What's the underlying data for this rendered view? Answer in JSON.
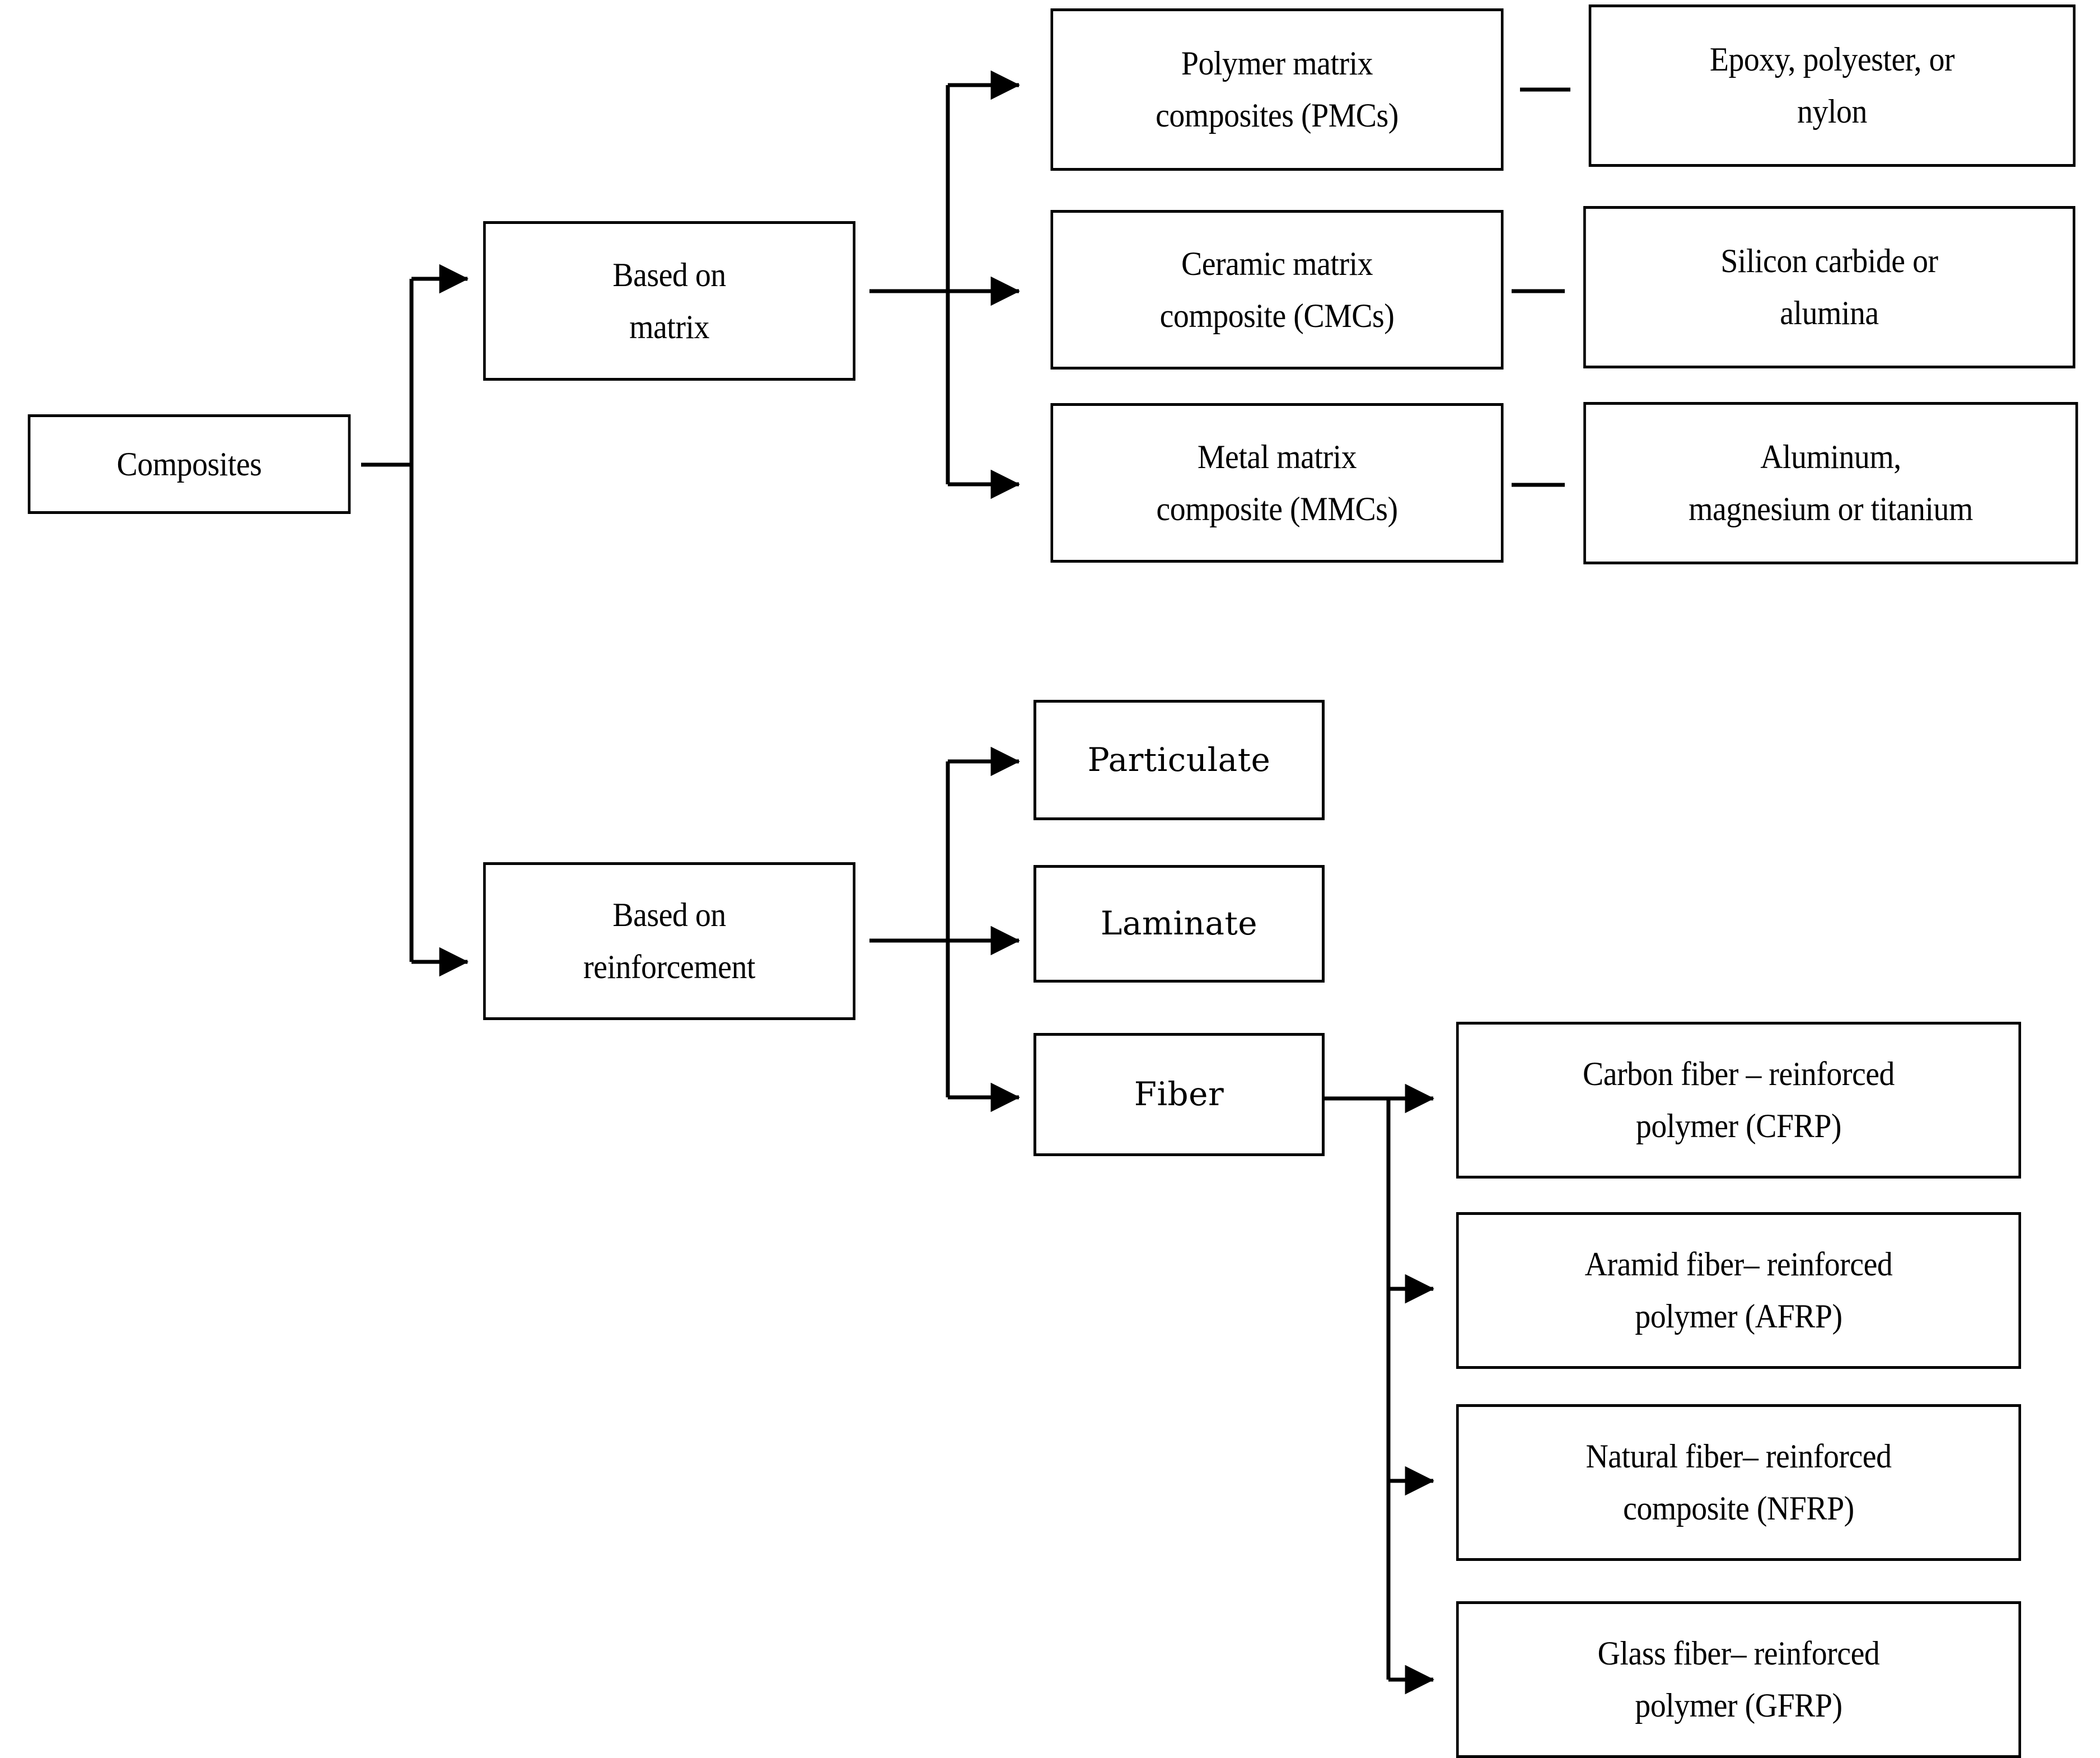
{
  "diagram": {
    "title": "Composites classification tree",
    "colors": {
      "line": "#000000",
      "box_border": "#000000",
      "background": "#ffffff",
      "text": "#000000"
    },
    "root": {
      "label": "Composites"
    },
    "branches": [
      {
        "label": "Based on\nmatrix",
        "children": [
          {
            "label": "Polymer matrix\ncomposites (PMCs)",
            "example": "Epoxy, polyester, or\nnylon"
          },
          {
            "label": "Ceramic matrix\ncomposite (CMCs)",
            "example": "Silicon carbide or\nalumina"
          },
          {
            "label": "Metal matrix\ncomposite (MMCs)",
            "example": "Aluminum,\nmagnesium or titanium"
          }
        ]
      },
      {
        "label": "Based on\nreinforcement",
        "children": [
          {
            "label": "Particulate"
          },
          {
            "label": "Laminate"
          },
          {
            "label": "Fiber",
            "children": [
              {
                "label": "Carbon fiber – reinforced\npolymer (CFRP)"
              },
              {
                "label": "Aramid fiber– reinforced\npolymer (AFRP)"
              },
              {
                "label": "Natural fiber– reinforced\ncomposite (NFRP)"
              },
              {
                "label": "Glass fiber– reinforced\npolymer (GFRP)"
              }
            ]
          }
        ]
      }
    ]
  }
}
